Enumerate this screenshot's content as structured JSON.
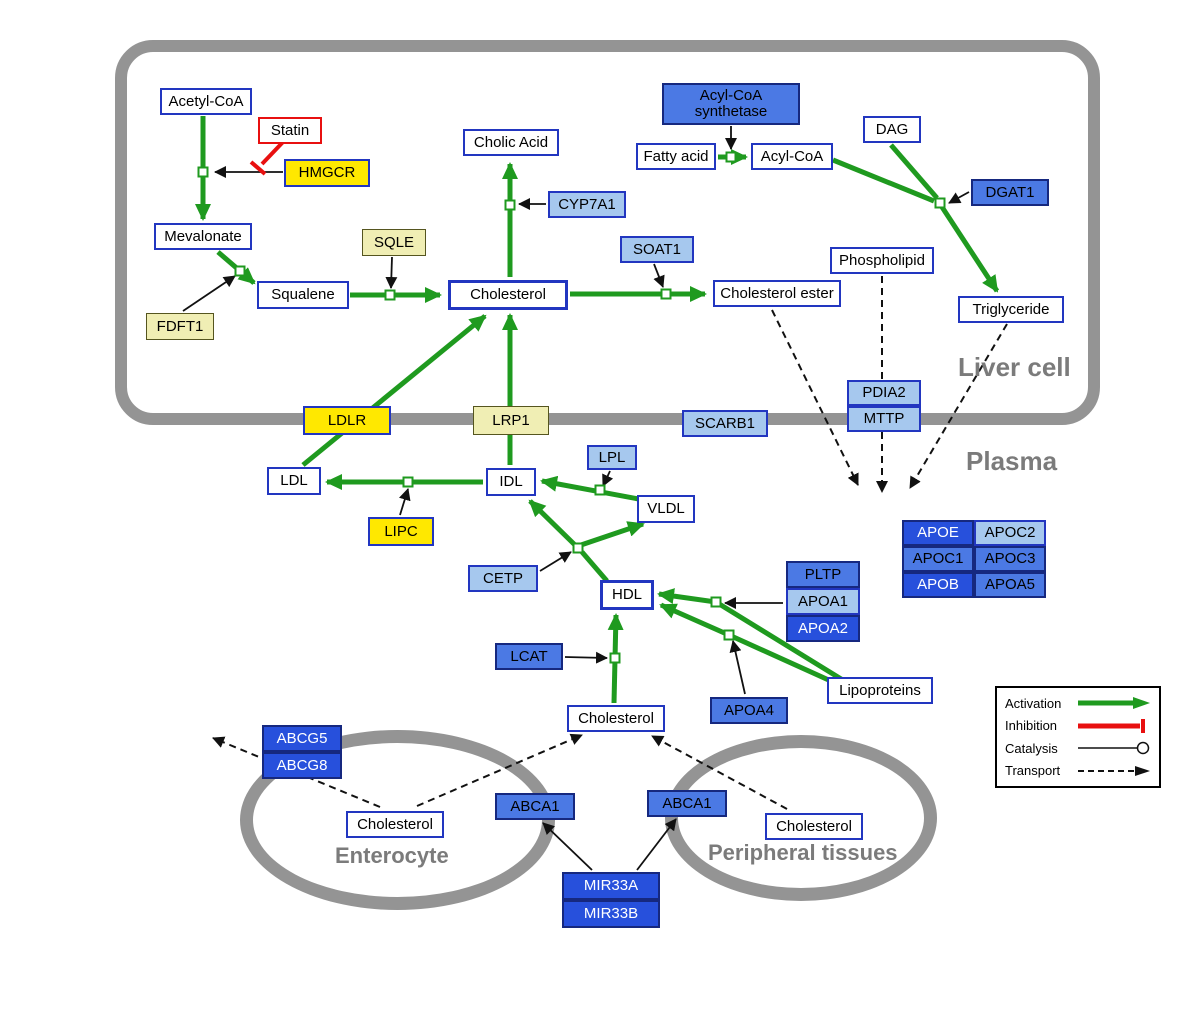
{
  "regions": {
    "liver": "Liver cell",
    "plasma": "Plasma",
    "enterocyte": "Enterocyte",
    "peripheral": "Peripheral tissues"
  },
  "legend": {
    "activation": "Activation",
    "inhibition": "Inhibition",
    "catalysis": "Catalysis",
    "transport": "Transport"
  },
  "colors": {
    "activation": "#1f9a1f",
    "inhibition": "#e81010",
    "gene_dark": "#2750dc",
    "gene_mid": "#4b79e4",
    "gene_light": "#a6c8ee",
    "enzyme_yellow": "#ffe800",
    "enzyme_pale": "#f0eeb4",
    "metabolite_border": "#2236c0",
    "membrane": "#949494"
  },
  "nodes": {
    "acetyl_coa": {
      "label": "Acetyl-CoA"
    },
    "statin": {
      "label": "Statin"
    },
    "hmgcr": {
      "label": "HMGCR"
    },
    "mevalonate": {
      "label": "Mevalonate"
    },
    "sqle": {
      "label": "SQLE"
    },
    "fdft1": {
      "label": "FDFT1"
    },
    "squalene": {
      "label": "Squalene"
    },
    "cholesterol_liver": {
      "label": "Cholesterol"
    },
    "cholic_acid": {
      "label": "Cholic Acid"
    },
    "cyp7a1": {
      "label": "CYP7A1"
    },
    "soat1": {
      "label": "SOAT1"
    },
    "cholesterol_ester": {
      "label": "Cholesterol ester"
    },
    "acyl_coa_synthetase": {
      "label": "Acyl-CoA synthetase"
    },
    "fatty_acid": {
      "label": "Fatty acid"
    },
    "acyl_coa": {
      "label": "Acyl-CoA"
    },
    "dag": {
      "label": "DAG"
    },
    "dgat1": {
      "label": "DGAT1"
    },
    "phospholipid": {
      "label": "Phospholipid"
    },
    "triglyceride": {
      "label": "Triglyceride"
    },
    "pdia2": {
      "label": "PDIA2"
    },
    "mttp": {
      "label": "MTTP"
    },
    "ldlr": {
      "label": "LDLR"
    },
    "lrp1": {
      "label": "LRP1"
    },
    "scarb1": {
      "label": "SCARB1"
    },
    "ldl": {
      "label": "LDL"
    },
    "idl": {
      "label": "IDL"
    },
    "lpl": {
      "label": "LPL"
    },
    "vldl": {
      "label": "VLDL"
    },
    "lipc": {
      "label": "LIPC"
    },
    "cetp": {
      "label": "CETP"
    },
    "hdl": {
      "label": "HDL"
    },
    "lcat": {
      "label": "LCAT"
    },
    "pltp": {
      "label": "PLTP"
    },
    "apoa1": {
      "label": "APOA1"
    },
    "apoa2": {
      "label": "APOA2"
    },
    "apoa4": {
      "label": "APOA4"
    },
    "lipoproteins": {
      "label": "Lipoproteins"
    },
    "apoe": {
      "label": "APOE"
    },
    "apoc2": {
      "label": "APOC2"
    },
    "apoc1": {
      "label": "APOC1"
    },
    "apoc3": {
      "label": "APOC3"
    },
    "apob": {
      "label": "APOB"
    },
    "apoa5": {
      "label": "APOA5"
    },
    "cholesterol_plasma": {
      "label": "Cholesterol"
    },
    "abcg5": {
      "label": "ABCG5"
    },
    "abcg8": {
      "label": "ABCG8"
    },
    "cholesterol_enterocyte": {
      "label": "Cholesterol"
    },
    "abca1_left": {
      "label": "ABCA1"
    },
    "abca1_right": {
      "label": "ABCA1"
    },
    "cholesterol_peripheral": {
      "label": "Cholesterol"
    },
    "mir33a": {
      "label": "MIR33A"
    },
    "mir33b": {
      "label": "MIR33B"
    }
  }
}
